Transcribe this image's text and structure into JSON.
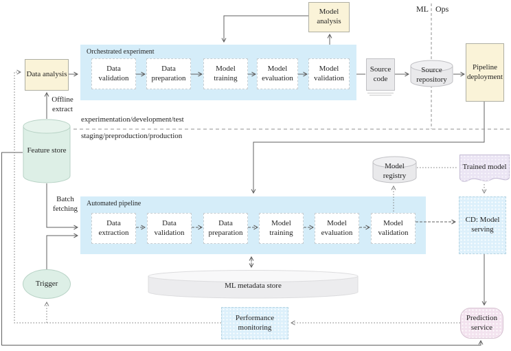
{
  "mlops_divider": {
    "ml": "ML",
    "ops": "Ops"
  },
  "environment_labels": {
    "top": "experimentation/development/test",
    "bottom": "staging/preproduction/production"
  },
  "flow_labels": {
    "offline_extract": "Offline extract",
    "batch_fetching": "Batch fetching"
  },
  "nodes": {
    "data_analysis": {
      "label": "Data analysis"
    },
    "model_analysis": {
      "label": "Model analysis"
    },
    "source_code": {
      "label": "Source code"
    },
    "source_repository": {
      "label": "Source repository"
    },
    "pipeline_deployment": {
      "label": "Pipeline deployment"
    },
    "feature_store": {
      "label": "Feature store"
    },
    "model_registry": {
      "label": "Model registry"
    },
    "trained_model": {
      "label": "Trained model"
    },
    "cd_model_serving": {
      "label": "CD: Model serving"
    },
    "ml_metadata_store": {
      "label": "ML metadata store"
    },
    "trigger": {
      "label": "Trigger"
    },
    "performance_monitoring": {
      "label": "Performance monitoring"
    },
    "prediction_service": {
      "label": "Prediction service"
    }
  },
  "orchestrated_experiment": {
    "label": "Orchestrated experiment",
    "steps": [
      {
        "label": "Data validation"
      },
      {
        "label": "Data preparation"
      },
      {
        "label": "Model training"
      },
      {
        "label": "Model evaluation"
      },
      {
        "label": "Model validation"
      }
    ]
  },
  "automated_pipeline": {
    "label": "Automated pipeline",
    "steps": [
      {
        "label": "Data extraction"
      },
      {
        "label": "Data validation"
      },
      {
        "label": "Data preparation"
      },
      {
        "label": "Model training"
      },
      {
        "label": "Model evaluation"
      },
      {
        "label": "Model validation"
      }
    ]
  },
  "colors": {
    "pipeline_container": "#d5edf9",
    "experiment_node": "#faf3d8",
    "feature_store_node": "#ddefe6",
    "artifact_gray_node": "#e9e9eb",
    "serving_node": "#ddf0fb",
    "prediction_node": "#f3e3ef",
    "trained_model_node": "#ebe5f4"
  }
}
